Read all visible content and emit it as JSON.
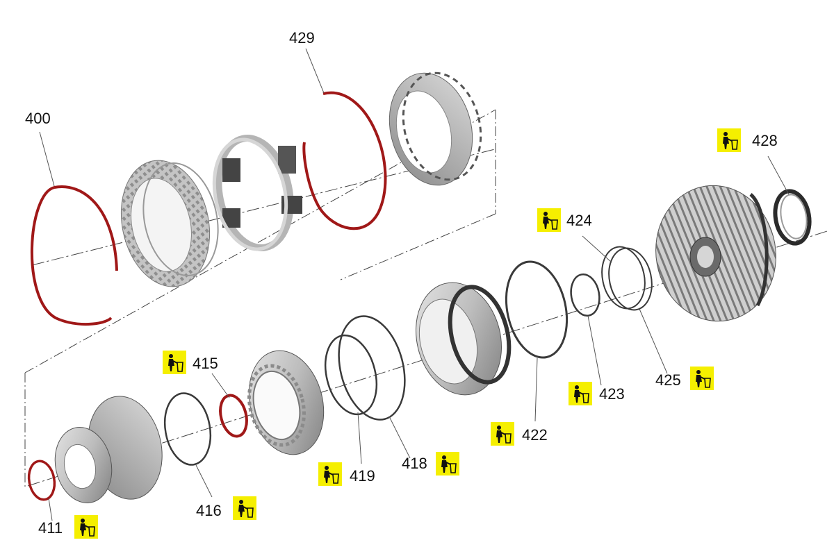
{
  "diagram": {
    "colors": {
      "snap_ring_red": "#a01818",
      "part_gray": "#b8b8b8",
      "part_dark": "#6e6e6e",
      "seal_ring": "#3a3a3a",
      "axis_line": "#444444",
      "disposal_badge": "#f5ef00"
    },
    "icons": {
      "disposal": "dispose-in-bin-icon"
    },
    "parts": [
      {
        "id": "400",
        "label": "400",
        "disposal": false
      },
      {
        "id": "429",
        "label": "429",
        "disposal": false
      },
      {
        "id": "428",
        "label": "428",
        "disposal": true
      },
      {
        "id": "424",
        "label": "424",
        "disposal": true
      },
      {
        "id": "425",
        "label": "425",
        "disposal": true
      },
      {
        "id": "423",
        "label": "423",
        "disposal": true
      },
      {
        "id": "422",
        "label": "422",
        "disposal": true
      },
      {
        "id": "418",
        "label": "418",
        "disposal": true
      },
      {
        "id": "419",
        "label": "419",
        "disposal": true
      },
      {
        "id": "415",
        "label": "415",
        "disposal": true
      },
      {
        "id": "416",
        "label": "416",
        "disposal": true
      },
      {
        "id": "411",
        "label": "411",
        "disposal": true
      }
    ]
  }
}
